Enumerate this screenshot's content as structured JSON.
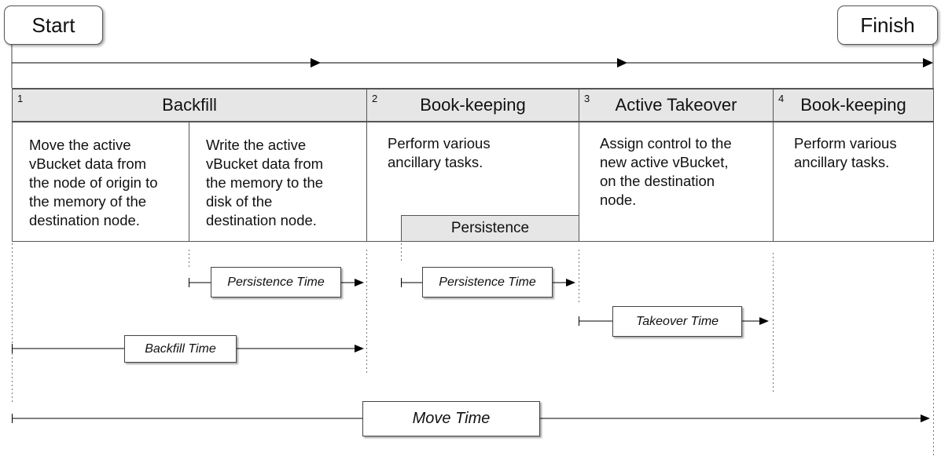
{
  "terminals": {
    "start": "Start",
    "finish": "Finish"
  },
  "phases": [
    {
      "num": "1",
      "title": "Backfill"
    },
    {
      "num": "2",
      "title": "Book-keeping"
    },
    {
      "num": "3",
      "title": "Active Takeover"
    },
    {
      "num": "4",
      "title": "Book-keeping"
    }
  ],
  "descriptions": {
    "backfill_move": [
      "Move the active",
      "vBucket data from",
      "the node of origin to",
      "the memory of the",
      "destination node."
    ],
    "backfill_write": [
      "Write the active",
      "vBucket data from",
      "the memory to the",
      "disk of the",
      "destination node."
    ],
    "bookkeeping_1": [
      "Perform various",
      "ancillary tasks."
    ],
    "active_takeover": [
      "Assign control to the",
      "new active vBucket,",
      "on the destination",
      "node."
    ],
    "bookkeeping_2": [
      "Perform various",
      "ancillary tasks."
    ]
  },
  "persistence_label": "Persistence",
  "timings": {
    "persistence_time_1": "Persistence Time",
    "persistence_time_2": "Persistence Time",
    "takeover_time": "Takeover Time",
    "backfill_time": "Backfill Time",
    "move_time": "Move Time"
  }
}
